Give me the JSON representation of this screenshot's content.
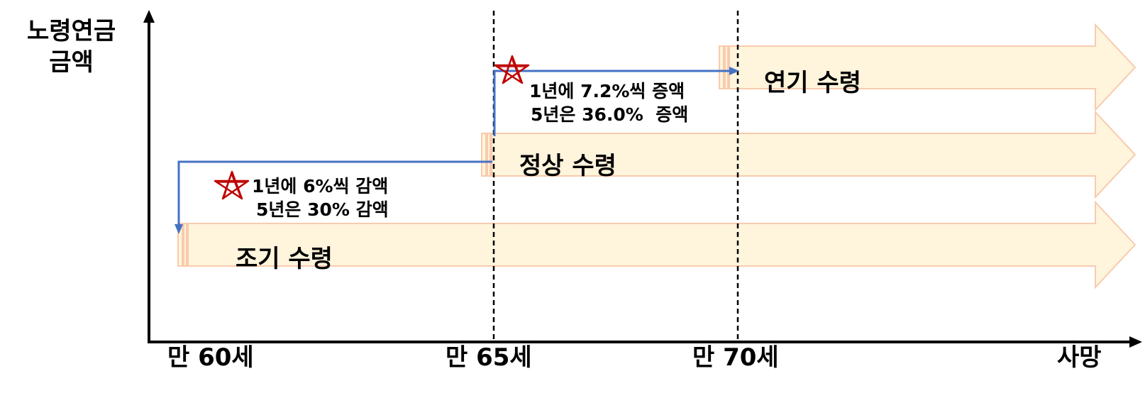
{
  "y_axis_label": {
    "line1": "노령연금",
    "line2": "금액"
  },
  "x_ticks": {
    "age60": "만 60세",
    "age65": "만 65세",
    "age70": "만 70세",
    "death": "사망"
  },
  "bands": {
    "early": "조기 수령",
    "normal": "정상 수령",
    "deferred": "연기 수령"
  },
  "notes": {
    "early": {
      "line1": "1년에 6%씩 감액",
      "line2": "5년은 30% 감액"
    },
    "deferred": {
      "line1": "1년에 7.2%씩 증액",
      "line2": "5년은 36.0%  증액"
    }
  },
  "colors": {
    "band_fill": "#FFF4DC",
    "band_stroke": "#F8CBAD",
    "arrow_blue": "#4472C4",
    "star_red": "#C00000",
    "axis": "#000000"
  }
}
